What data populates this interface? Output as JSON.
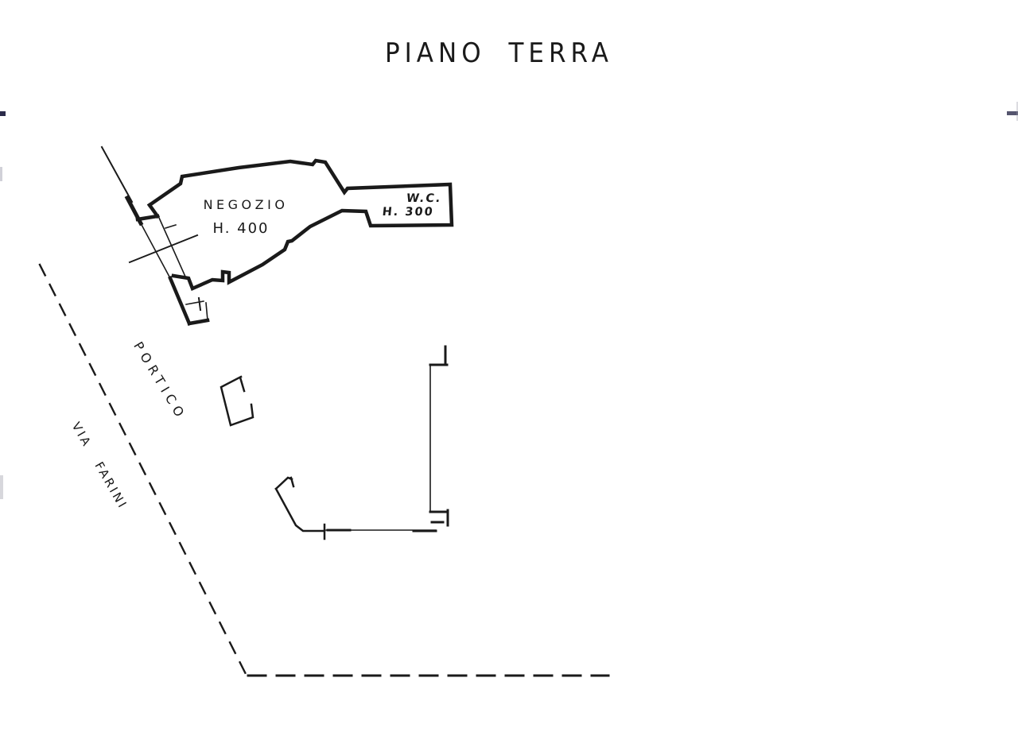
{
  "title": "PIANO TERRA",
  "labels": {
    "negozio": {
      "name": "NEGOZIO",
      "height": "H. 400"
    },
    "wc": {
      "name": "W.C.",
      "height": "H. 300"
    },
    "portico": "PORTICO",
    "street": "VIA FARINI"
  },
  "colors": {
    "ink": "#1a1a1a",
    "paper": "#ffffff",
    "faint": "#9a9aa8",
    "edge_mark": "#2b2b4a"
  }
}
